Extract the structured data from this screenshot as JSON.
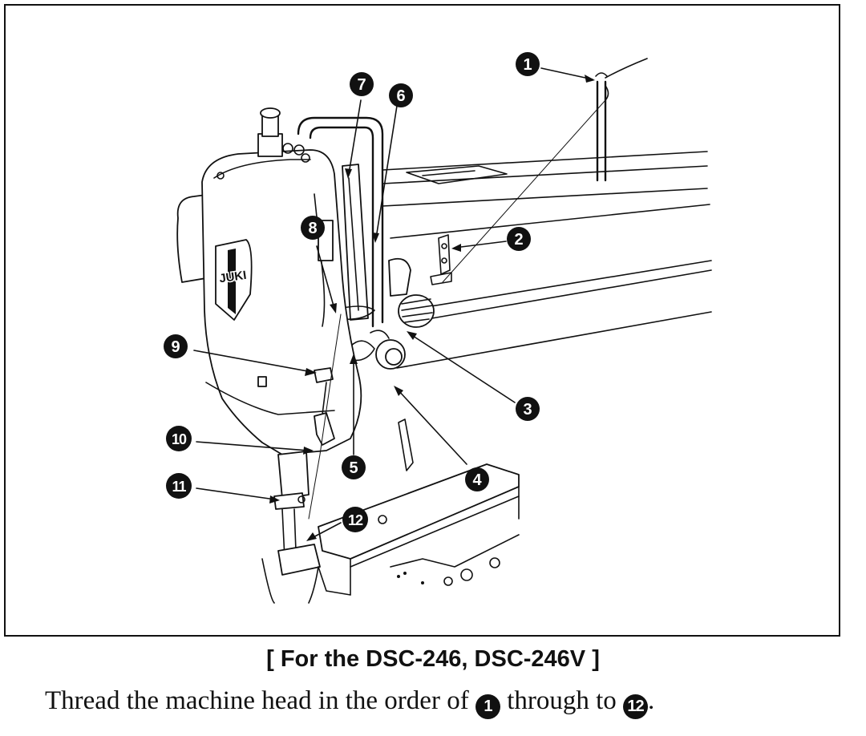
{
  "diagram": {
    "brand_logo": "JUKI",
    "callouts": [
      "1",
      "2",
      "3",
      "4",
      "5",
      "6",
      "7",
      "8",
      "9",
      "10",
      "11",
      "12"
    ]
  },
  "caption": {
    "title": "[ For the DSC-246, DSC-246V ]",
    "text_before": "Thread the machine head in the order of",
    "start_number": "1",
    "text_middle": "through to",
    "end_number": "12",
    "text_after": "."
  }
}
